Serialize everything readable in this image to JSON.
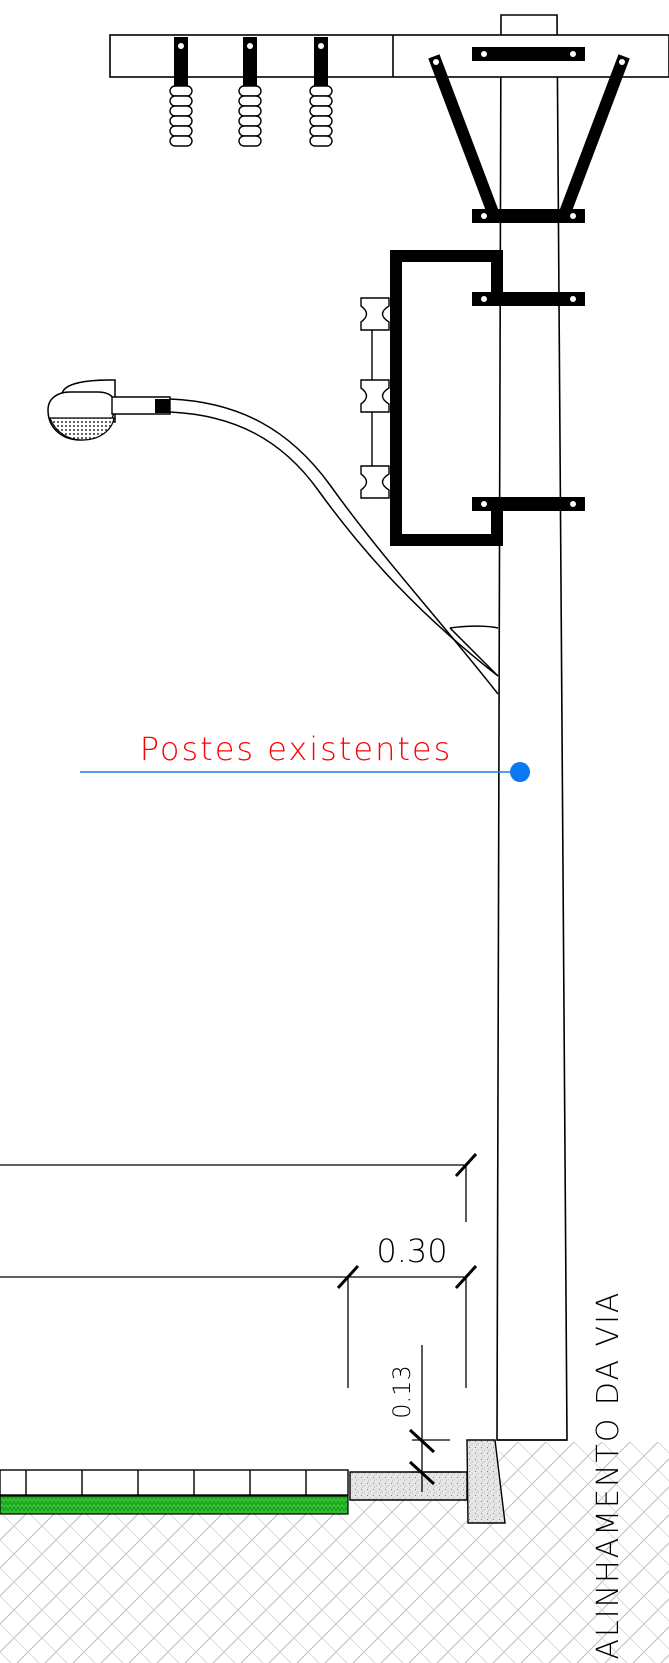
{
  "annotation": {
    "label": "Postes existentes",
    "label_color": "#ff0000",
    "leader_color": "#1e7fe0",
    "marker_color": "#0a78f0"
  },
  "dimensions": {
    "horizontal": "0.30",
    "vertical": "0.13"
  },
  "side_label": "ALINHAMENTO DA VIA",
  "colors": {
    "line": "#000000",
    "grass": "#2fc12f",
    "hatch": "#bdbdbd",
    "concrete": "#d9d9d9"
  }
}
